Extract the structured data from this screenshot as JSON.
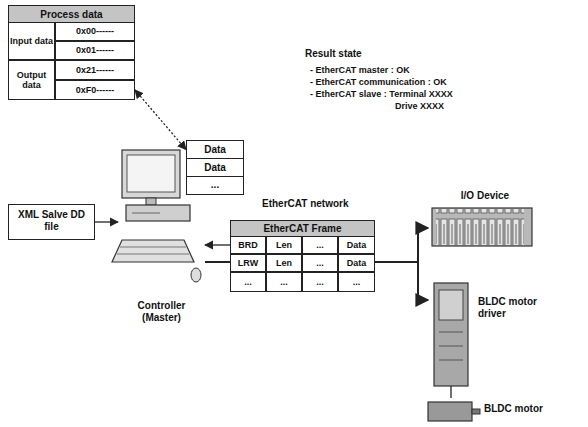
{
  "diagram": {
    "nodes": [
      {
        "text": [
          "Process data"
        ]
      },
      {
        "text": [
          "XML Salve DD file"
        ]
      },
      {
        "text": [
          "Controller (Master)"
        ]
      },
      {
        "text": [
          "Data"
        ]
      },
      {
        "text": [
          "Data"
        ]
      },
      {
        "text": [
          "..."
        ]
      },
      {
        "text": [
          "EtherCAT Frame"
        ]
      },
      {
        "text": [
          "I/O Device"
        ]
      },
      {
        "text": [
          "BLDC motor driver"
        ]
      },
      {
        "text": [
          "BLDC motor"
        ]
      }
    ],
    "edges": [
      {
        "from": 1,
        "to": 2,
        "arrow": "to"
      },
      {
        "from": 0,
        "to": 3,
        "arrow": "both"
      },
      {
        "from": 6,
        "to": 2,
        "arrow": "to"
      },
      {
        "from": 2,
        "to": 7,
        "arrow": "to"
      },
      {
        "from": 2,
        "to": 8,
        "arrow": "to"
      },
      {
        "from": 8,
        "to": 9,
        "arrow": "none"
      }
    ],
    "labels": [
      "Result state",
      "- EtherCAT master : OK",
      "- EtherCAT communication : OK",
      "- EtherCAT slave : Terminal XXXX",
      "Drive XXXX",
      "EtherCAT network",
      "Input data",
      "0x00------",
      "0x01------",
      "Output data",
      "0x21------",
      "0xF0------",
      "BRD",
      "Len",
      "...",
      "Data",
      "LRW",
      "Len",
      "...",
      "Data",
      "...",
      "...",
      "...",
      "..."
    ]
  }
}
